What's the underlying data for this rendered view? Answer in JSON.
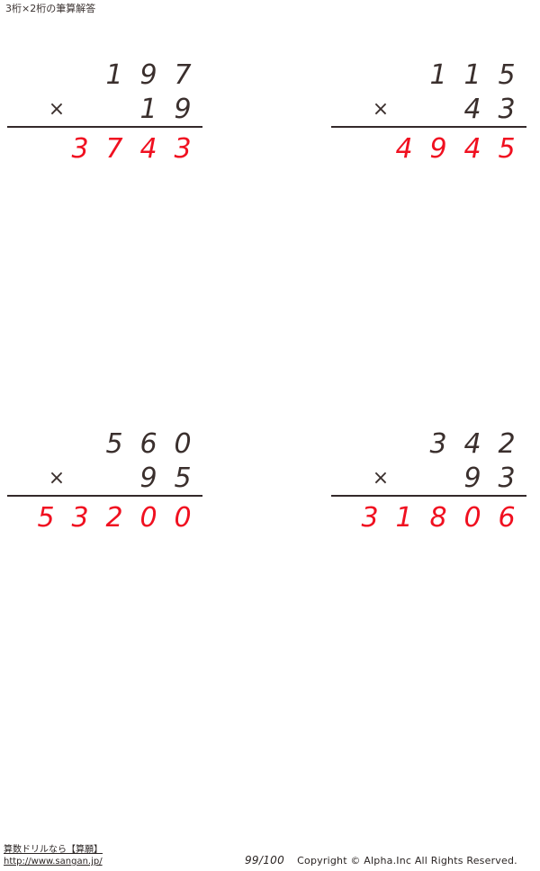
{
  "header": {
    "title": "3桁×2桁の筆算解答"
  },
  "worksheet": {
    "operator_symbol": "×",
    "answer_color": "#f01020",
    "digit_color": "#3a2f2d",
    "rule_color": "#33292a",
    "problems": [
      {
        "id": "problem-1",
        "position": "top-left",
        "multiplicand": "197",
        "multiplier": "19",
        "answer": "3743",
        "multiplicand_digits": [
          "1",
          "9",
          "7"
        ],
        "multiplier_digits": [
          "1",
          "9"
        ],
        "answer_digits": [
          "3",
          "7",
          "4",
          "3"
        ]
      },
      {
        "id": "problem-2",
        "position": "top-right",
        "multiplicand": "115",
        "multiplier": "43",
        "answer": "4945",
        "multiplicand_digits": [
          "1",
          "1",
          "5"
        ],
        "multiplier_digits": [
          "4",
          "3"
        ],
        "answer_digits": [
          "4",
          "9",
          "4",
          "5"
        ]
      },
      {
        "id": "problem-3",
        "position": "bottom-left",
        "multiplicand": "560",
        "multiplier": "95",
        "answer": "53200",
        "multiplicand_digits": [
          "5",
          "6",
          "0"
        ],
        "multiplier_digits": [
          "9",
          "5"
        ],
        "answer_digits": [
          "5",
          "3",
          "2",
          "0",
          "0"
        ]
      },
      {
        "id": "problem-4",
        "position": "bottom-right",
        "multiplicand": "342",
        "multiplier": "93",
        "answer": "31806",
        "multiplicand_digits": [
          "3",
          "4",
          "2"
        ],
        "multiplier_digits": [
          "9",
          "3"
        ],
        "answer_digits": [
          "3",
          "1",
          "8",
          "0",
          "6"
        ]
      }
    ]
  },
  "footer": {
    "site_name": "算数ドリルなら【算願】",
    "site_url": "http://www.sangan.jp/",
    "page_number": "99/100",
    "copyright": "Copyright © Alpha.Inc All Rights Reserved."
  }
}
